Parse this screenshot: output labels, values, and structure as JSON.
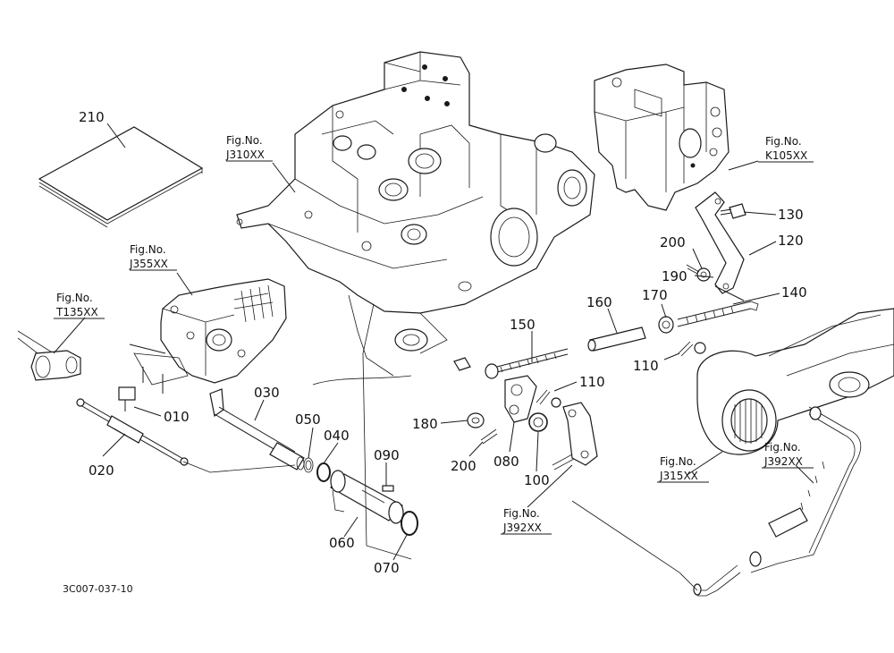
{
  "diagram": {
    "parts": [
      {
        "id": "p210",
        "label": "210"
      },
      {
        "id": "p130",
        "label": "130"
      },
      {
        "id": "p120",
        "label": "120"
      },
      {
        "id": "p200a",
        "label": "200"
      },
      {
        "id": "p190",
        "label": "190"
      },
      {
        "id": "p170",
        "label": "170"
      },
      {
        "id": "p160",
        "label": "160"
      },
      {
        "id": "p140",
        "label": "140"
      },
      {
        "id": "p150",
        "label": "150"
      },
      {
        "id": "p110a",
        "label": "110"
      },
      {
        "id": "p110b",
        "label": "110"
      },
      {
        "id": "p010",
        "label": "010"
      },
      {
        "id": "p020",
        "label": "020"
      },
      {
        "id": "p030",
        "label": "030"
      },
      {
        "id": "p050",
        "label": "050"
      },
      {
        "id": "p040",
        "label": "040"
      },
      {
        "id": "p090",
        "label": "090"
      },
      {
        "id": "p060",
        "label": "060"
      },
      {
        "id": "p070",
        "label": "070"
      },
      {
        "id": "p180",
        "label": "180"
      },
      {
        "id": "p200b",
        "label": "200"
      },
      {
        "id": "p080",
        "label": "080"
      },
      {
        "id": "p100",
        "label": "100"
      }
    ],
    "figure_refs": [
      {
        "id": "j310",
        "line1": "Fig.No.",
        "line2": "J310XX"
      },
      {
        "id": "k105",
        "line1": "Fig.No.",
        "line2": "K105XX"
      },
      {
        "id": "j355",
        "line1": "Fig.No.",
        "line2": "J355XX"
      },
      {
        "id": "t135",
        "line1": "Fig.No.",
        "line2": "T135XX"
      },
      {
        "id": "j315",
        "line1": "Fig.No.",
        "line2": "J315XX"
      },
      {
        "id": "j392a",
        "line1": "Fig.No.",
        "line2": "J392XX"
      },
      {
        "id": "j392b",
        "line1": "Fig.No.",
        "line2": "J392XX"
      }
    ],
    "footer_code": "3C007-037-10"
  }
}
